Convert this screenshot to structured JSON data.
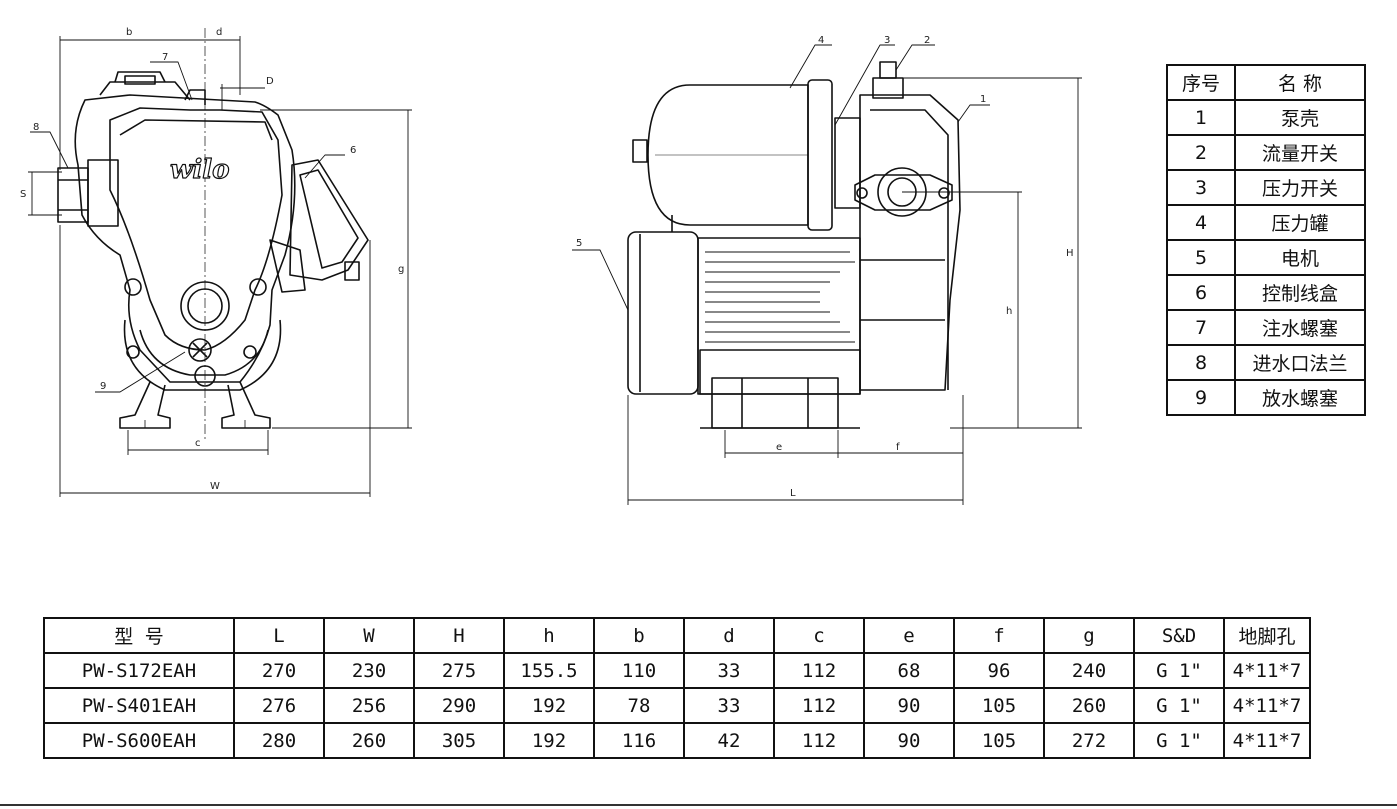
{
  "labels": {
    "front": [
      "b",
      "d",
      "D",
      "7",
      "8",
      "S",
      "6",
      "g",
      "9",
      "c",
      "W"
    ],
    "side": [
      "4",
      "3",
      "2",
      "1",
      "5",
      "H",
      "h",
      "e",
      "f",
      "L"
    ],
    "brand": "wilo"
  },
  "parts_table": {
    "header": [
      "序号",
      "名 称"
    ],
    "rows": [
      [
        "1",
        "泵壳"
      ],
      [
        "2",
        "流量开关"
      ],
      [
        "3",
        "压力开关"
      ],
      [
        "4",
        "压力罐"
      ],
      [
        "5",
        "电机"
      ],
      [
        "6",
        "控制线盒"
      ],
      [
        "7",
        "注水螺塞"
      ],
      [
        "8",
        "进水口法兰"
      ],
      [
        "9",
        "放水螺塞"
      ]
    ]
  },
  "spec_table": {
    "header": [
      "型 号",
      "L",
      "W",
      "H",
      "h",
      "b",
      "d",
      "c",
      "e",
      "f",
      "g",
      "S&D",
      "地脚孔"
    ],
    "rows": [
      [
        "PW-S172EAH",
        "270",
        "230",
        "275",
        "155.5",
        "110",
        "33",
        "112",
        "68",
        "96",
        "240",
        "G 1\"",
        "4*11*7"
      ],
      [
        "PW-S401EAH",
        "276",
        "256",
        "290",
        "192",
        "78",
        "33",
        "112",
        "90",
        "105",
        "260",
        "G 1\"",
        "4*11*7"
      ],
      [
        "PW-S600EAH",
        "280",
        "260",
        "305",
        "192",
        "116",
        "42",
        "112",
        "90",
        "105",
        "272",
        "G 1\"",
        "4*11*7"
      ]
    ]
  }
}
